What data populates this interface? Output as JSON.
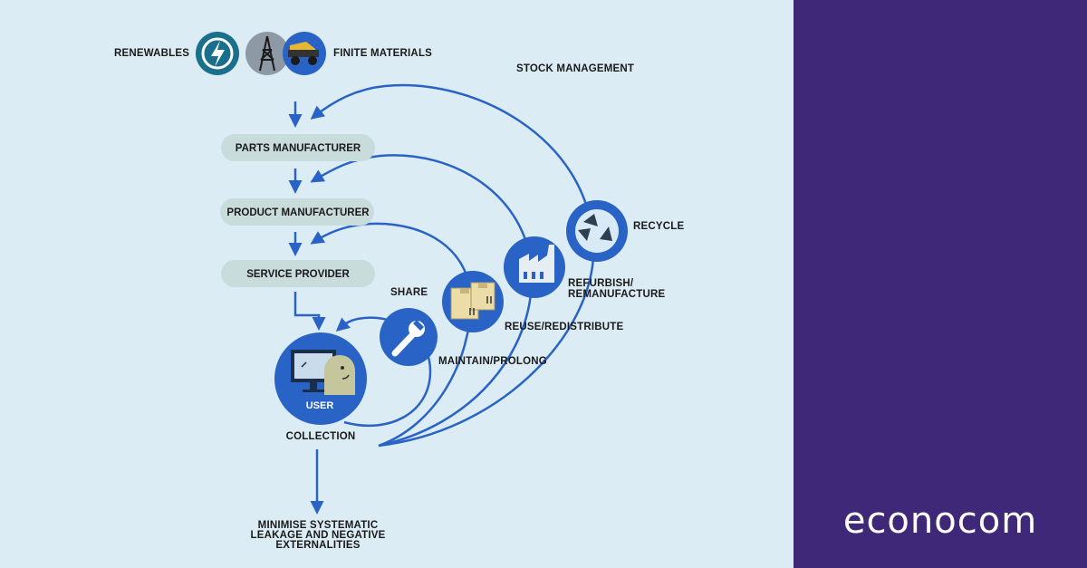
{
  "inputs": {
    "renewables_label": "RENEWABLES",
    "finite_label": "FINITE MATERIALS"
  },
  "chain": {
    "parts_manufacturer": "PARTS MANUFACTURER",
    "product_manufacturer": "PRODUCT MANUFACTURER",
    "service_provider": "SERVICE PROVIDER"
  },
  "user": {
    "label": "USER",
    "collection": "COLLECTION"
  },
  "loops": {
    "stock_management": "STOCK MANAGEMENT",
    "recycle": "RECYCLE",
    "refurbish_line1": "REFURBISH/",
    "refurbish_line2": "REMANUFACTURE",
    "reuse": "REUSE/REDISTRIBUTE",
    "share": "SHARE",
    "maintain": "MAINTAIN/PROLONG"
  },
  "leakage": {
    "line1": "MINIMISE SYSTEMATIC",
    "line2": "LEAKAGE AND NEGATIVE",
    "line3": "EXTERNALITIES"
  },
  "brand": {
    "name": "econocom"
  },
  "colors": {
    "background": "#dcecf5",
    "accent_blue": "#2a63c6",
    "pill": "#c9dcdc",
    "brand_panel": "#3f2878"
  },
  "icons": [
    "renewable-energy-icon",
    "oil-derrick-icon",
    "mining-truck-icon",
    "recycle-icon",
    "factory-icon",
    "boxes-icon",
    "wrench-icon",
    "computer-user-icon"
  ]
}
